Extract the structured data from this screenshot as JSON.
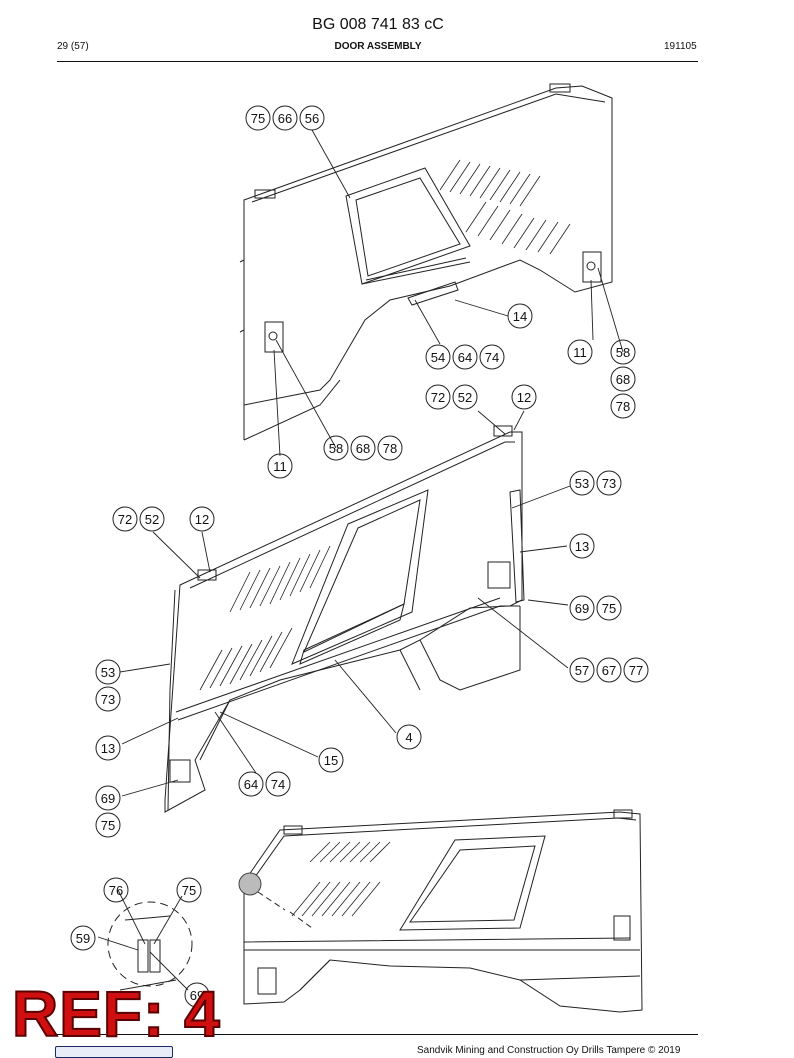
{
  "header": {
    "document_number": "BG 008 741 83 cC",
    "page": "29 (57)",
    "title": "DOOR ASSEMBLY",
    "date_code": "191105"
  },
  "footer": {
    "copyright": "Sandvik Mining and Construction Oy Drills Tampere © 2019"
  },
  "stamp": {
    "text": "REF: 4"
  },
  "callouts": {
    "c_75_top": "75",
    "c_66_top": "66",
    "c_56_top": "56",
    "c_14": "14",
    "c_54": "54",
    "c_64_a": "64",
    "c_74_a": "74",
    "c_11_right": "11",
    "c_58_right": "58",
    "c_68_right": "68",
    "c_78_right": "78",
    "c_58_left": "58",
    "c_68_left": "68",
    "c_78_left": "78",
    "c_11_left": "11",
    "c_72_a": "72",
    "c_52_a": "52",
    "c_12_a": "12",
    "c_53_a": "53",
    "c_73_a": "73",
    "c_72_b": "72",
    "c_52_b": "52",
    "c_12_b": "12",
    "c_13_a": "13",
    "c_69_a": "69",
    "c_75_a": "75",
    "c_57": "57",
    "c_67": "67",
    "c_77": "77",
    "c_53_b": "53",
    "c_73_b": "73",
    "c_4": "4",
    "c_13_b": "13",
    "c_15": "15",
    "c_64_b": "64",
    "c_74_b": "74",
    "c_69_b": "69",
    "c_75_b": "75",
    "c_76": "76",
    "c_75_c": "75",
    "c_59": "59",
    "c_69_c": "69"
  }
}
